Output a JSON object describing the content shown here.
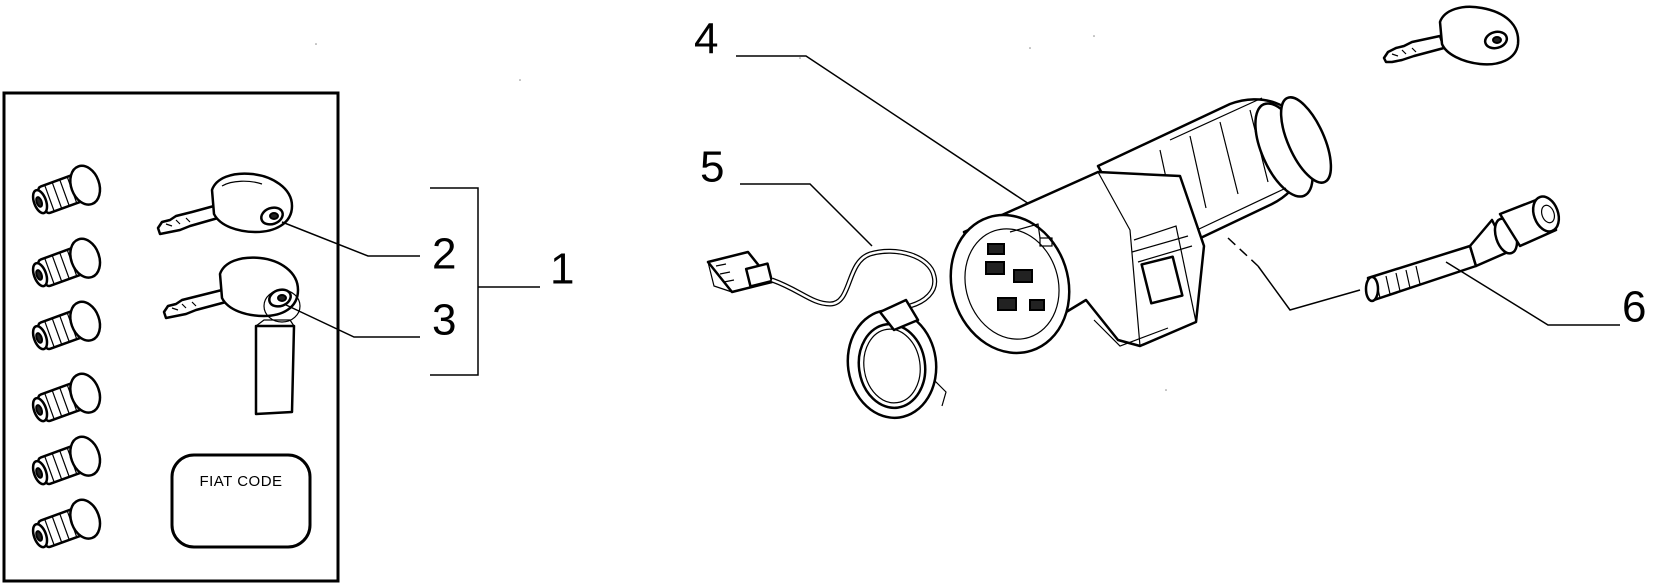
{
  "callouts": {
    "c1": "1",
    "c2": "2",
    "c3": "3",
    "c4": "4",
    "c5": "5",
    "c6": "6"
  },
  "tag_label": "FIAT CODE",
  "icons": {
    "lock_cylinders": [
      "lock-cylinder-icon",
      "lock-cylinder-icon",
      "lock-cylinder-icon",
      "lock-cylinder-icon",
      "lock-cylinder-icon",
      "lock-cylinder-icon"
    ],
    "keys": [
      "key-icon",
      "key-with-tag-icon",
      "spare-key-icon"
    ],
    "assembly": "ignition-switch-assembly-icon",
    "sensor": "antenna-ring-sensor-icon",
    "bolt": "shear-bolt-icon"
  }
}
